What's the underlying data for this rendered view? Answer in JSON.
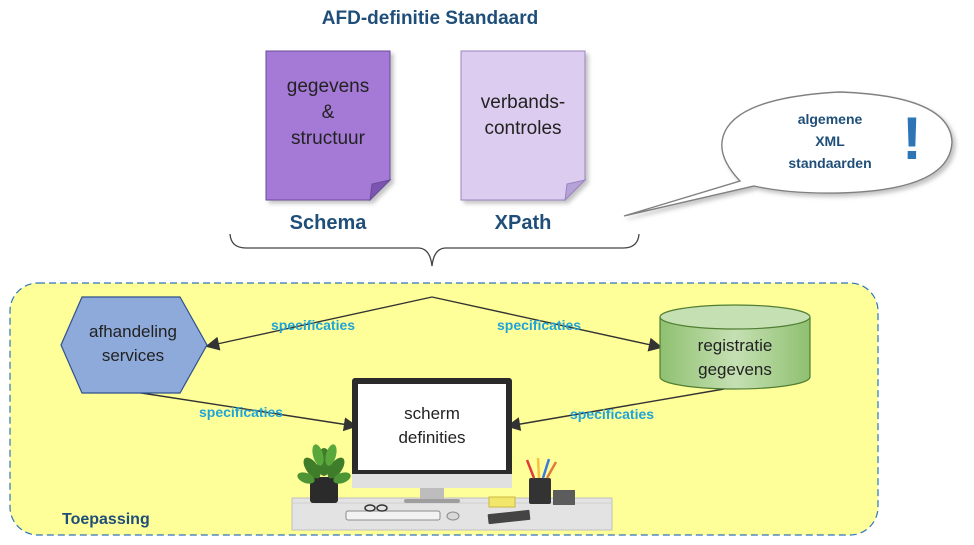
{
  "title": "AFD-definitie Standaard",
  "documents": {
    "schema": {
      "text": "gegevens\n&\nstructuur",
      "label": "Schema",
      "color": "#a57ad6"
    },
    "xpath": {
      "text": "verbands-\ncontroles",
      "label": "XPath",
      "color": "#dccdf0"
    }
  },
  "callout": {
    "text": "algemene\nXML\nstandaarden",
    "mark": "!"
  },
  "application": {
    "label": "Toepassing",
    "background": "#ffff99",
    "services": {
      "text": "afhandeling\nservices",
      "color": "#8eaadb"
    },
    "registration": {
      "text": "registratie\ngegevens",
      "color": "#a9d18e"
    },
    "screen": {
      "text": "scherm\ndefinities"
    }
  },
  "specs": {
    "top_left": "specificaties",
    "top_right": "specificaties",
    "bottom_left": "specificaties",
    "bottom_right": "specificaties"
  }
}
